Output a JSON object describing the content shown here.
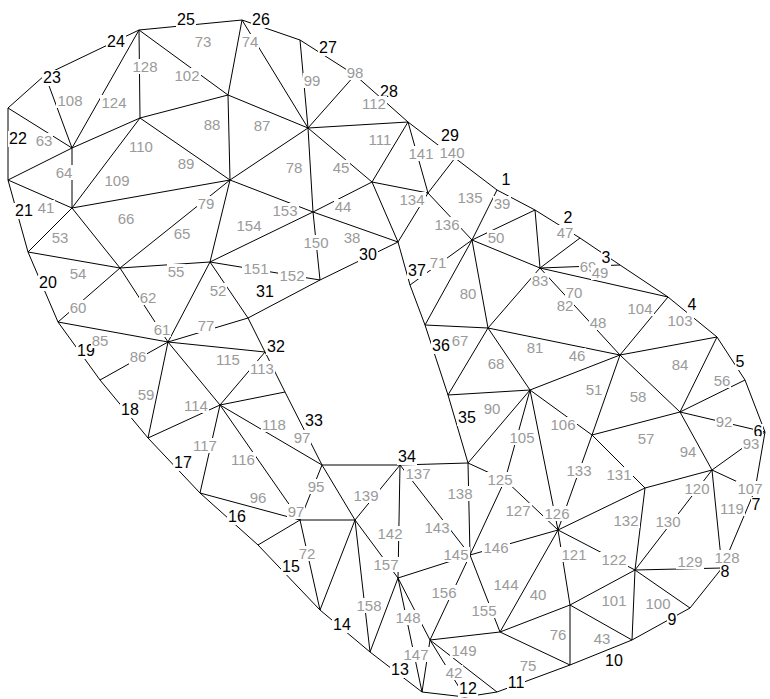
{
  "diagram": {
    "labels": [
      "1",
      "2",
      "3",
      "4",
      "5",
      "6",
      "7",
      "8",
      "9",
      "10",
      "11",
      "12",
      "13",
      "14",
      "15",
      "16",
      "17",
      "18",
      "19",
      "20",
      "21",
      "22",
      "23",
      "24",
      "25",
      "26",
      "27",
      "28",
      "29",
      "30",
      "31",
      "32",
      "33",
      "34",
      "35",
      "36",
      "37",
      "39",
      "50",
      "47",
      "69",
      "49",
      "104",
      "103",
      "83",
      "70",
      "82",
      "48",
      "80",
      "71",
      "135",
      "136",
      "134",
      "141",
      "140",
      "111",
      "112",
      "98",
      "99",
      "73",
      "74",
      "128",
      "102",
      "108",
      "124",
      "63",
      "110",
      "88",
      "87",
      "78",
      "45",
      "44",
      "38",
      "150",
      "153",
      "154",
      "79",
      "89",
      "109",
      "64",
      "41",
      "53",
      "66",
      "65",
      "55",
      "151",
      "152",
      "52",
      "54",
      "60",
      "62",
      "61",
      "77",
      "85",
      "86",
      "115",
      "113",
      "59",
      "114",
      "117",
      "118",
      "97",
      "116",
      "96",
      "97",
      "95",
      "139",
      "137",
      "138",
      "142",
      "143",
      "145",
      "146",
      "125",
      "127",
      "126",
      "105",
      "106",
      "90",
      "67",
      "68",
      "81",
      "46",
      "51",
      "58",
      "84",
      "56",
      "92",
      "93",
      "94",
      "57",
      "133",
      "131",
      "120",
      "107",
      "119",
      "130",
      "132",
      "121",
      "122",
      "129",
      "128",
      "100",
      "101",
      "40",
      "144",
      "155",
      "156",
      "157",
      "158",
      "148",
      "147",
      "149",
      "42",
      "75",
      "76",
      "43",
      "72"
    ]
  }
}
